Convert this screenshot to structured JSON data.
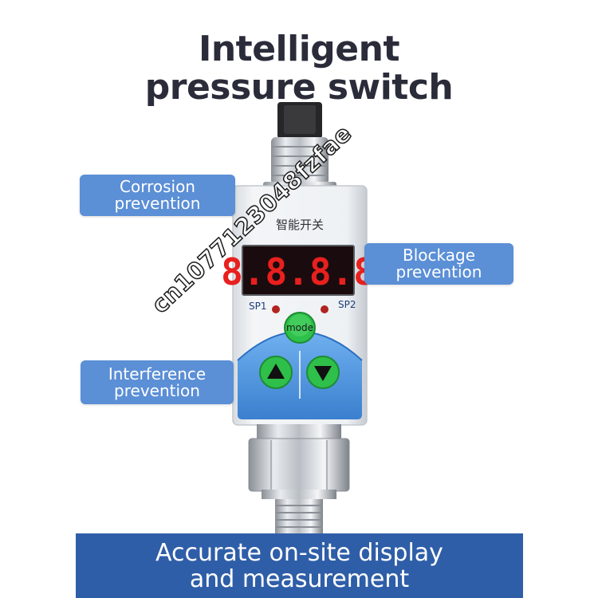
{
  "title": {
    "line1": "Intelligent",
    "line2": "pressure switch"
  },
  "labels": {
    "corrosion": {
      "line1": "Corrosion",
      "line2": "prevention"
    },
    "blockage": {
      "line1": "Blockage",
      "line2": "prevention"
    },
    "interference": {
      "line1": "Interference",
      "line2": "prevention"
    }
  },
  "device": {
    "brand_text": "智能开关",
    "display_value": "8.8.8.8",
    "sp1_label": "SP1",
    "sp2_label": "SP2",
    "mode_label": "mode",
    "up_icon": "triangle-up-icon",
    "down_icon": "triangle-down-icon"
  },
  "watermark": "cn1077123048fzfae",
  "banner": {
    "line1": "Accurate on-site display",
    "line2": "and measurement"
  },
  "colors": {
    "label_bg": "#5b8fd6",
    "banner_bg": "#2f5ea8",
    "title_text": "#2b2c3a",
    "led_red": "#e8201e",
    "button_green": "#2ec04a",
    "panel_blue": "#4a90d9"
  }
}
